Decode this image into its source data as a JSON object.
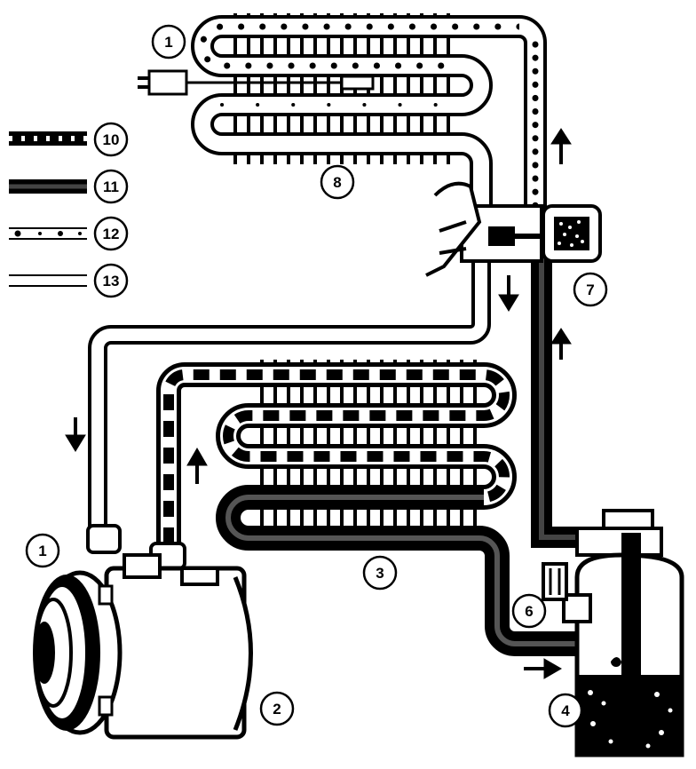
{
  "callouts": {
    "evap_switch": "1",
    "compressor_clutch": "1",
    "compressor": "2",
    "condenser": "3",
    "receiver_drier": "4",
    "pressure_switch": "6",
    "expansion_valve": "7",
    "evaporator": "8"
  },
  "legend": [
    {
      "id": "10",
      "style": "high-pressure-gas"
    },
    {
      "id": "11",
      "style": "high-pressure-liquid"
    },
    {
      "id": "12",
      "style": "low-pressure-liquid"
    },
    {
      "id": "13",
      "style": "low-pressure-gas"
    }
  ],
  "colors": {
    "ink": "#000000",
    "paper": "#ffffff",
    "liquid": "#111111"
  }
}
